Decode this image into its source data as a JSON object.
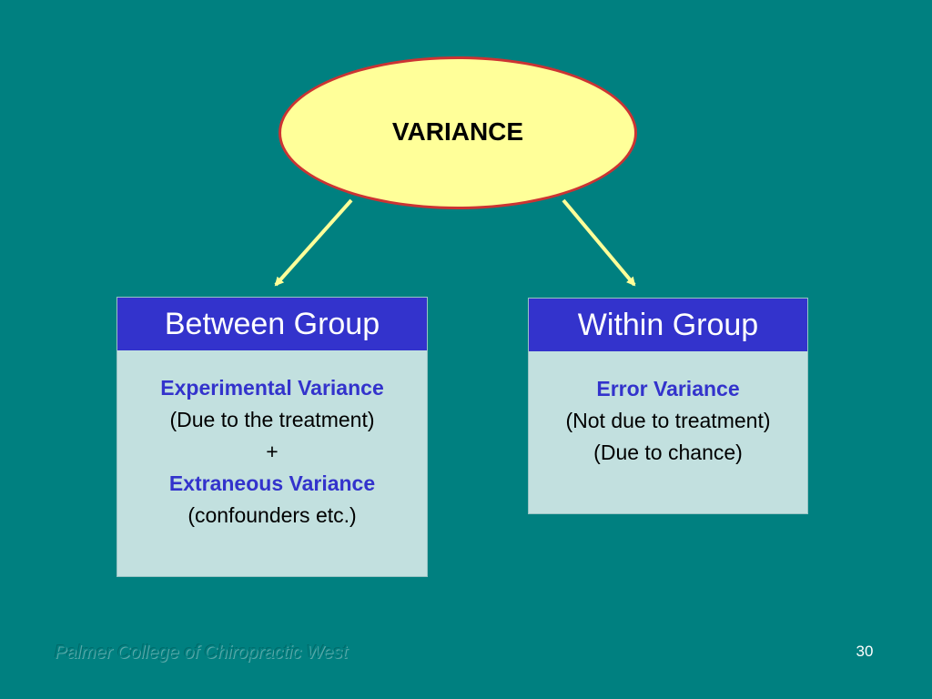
{
  "slide": {
    "title": "VARIANCE",
    "between_group": {
      "header": "Between Group",
      "lines": [
        {
          "text": "Experimental Variance",
          "style": "blue"
        },
        {
          "text": "(Due to the treatment)",
          "style": "plain"
        },
        {
          "text": "+",
          "style": "plain"
        },
        {
          "text": "Extraneous Variance",
          "style": "blue"
        },
        {
          "text": "(confounders etc.)",
          "style": "plain"
        }
      ]
    },
    "within_group": {
      "header": "Within Group",
      "lines": [
        {
          "text": "Error Variance",
          "style": "blue"
        },
        {
          "text": "(Not due to treatment)",
          "style": "plain"
        },
        {
          "text": "(Due to chance)",
          "style": "plain"
        }
      ]
    },
    "footer": "Palmer College of Chiropractic West",
    "page_number": "30"
  },
  "colors": {
    "background": "#008080",
    "ellipse_fill": "#ffff99",
    "ellipse_border": "#cc3333",
    "header_fill": "#3333cc",
    "box_fill": "#c2e0df",
    "arrow": "#ffff99",
    "accent_text": "#3333cc"
  }
}
